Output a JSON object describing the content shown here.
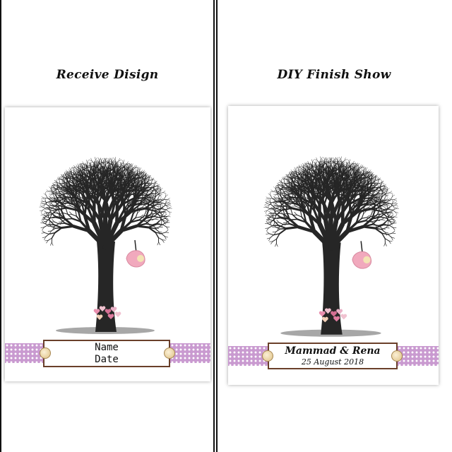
{
  "left_panel": {
    "heading": "Receive Disign",
    "plate_line1": "Name",
    "plate_line2": "Date"
  },
  "right_panel": {
    "heading": "DIY Finish Show",
    "plate_line1": "Mammad & Rena",
    "plate_line2": "25 August 2018"
  },
  "colors": {
    "ribbon": "#c99ad0",
    "tree": "#262626",
    "plate_border": "#6a3f2a",
    "baby_bag": "#f1a9bd"
  },
  "icons": [
    "tree-illustration",
    "baby-stork-bundle-icon",
    "heart-cluster-icon",
    "button-icon"
  ]
}
